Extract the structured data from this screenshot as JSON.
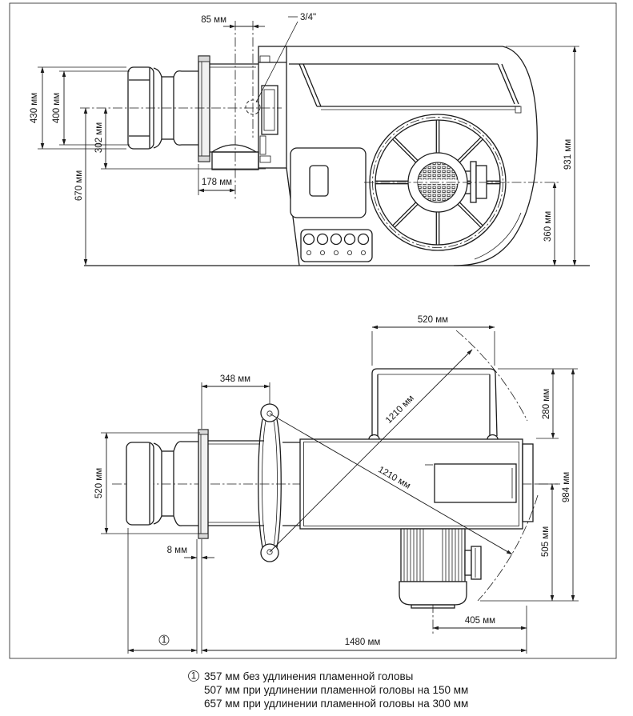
{
  "unit_note": "all dimensions shown in millimetres (мм)",
  "side_view": {
    "dim_85": "85 мм",
    "gas_connection": "3/4\"",
    "dim_430": "430 мм",
    "dim_400": "400 мм",
    "dim_302": "302 мм",
    "dim_670": "670 мм",
    "dim_178": "178 мм",
    "dim_931": "931 мм",
    "dim_360": "360 мм"
  },
  "plan_view": {
    "dim_348": "348 мм",
    "dim_520_left": "520 мм",
    "dim_520_top": "520 мм",
    "dim_280": "280 мм",
    "dim_984": "984 мм",
    "dim_505": "505 мм",
    "dim_1210_upper": "1210 мм",
    "dim_1210_lower": "1210 мм",
    "dim_8": "8 мм",
    "dim_405": "405 мм",
    "dim_1480": "1480 мм",
    "callout_1": "1"
  },
  "footnotes": {
    "marker": "1",
    "line1": "357 мм без удлинения пламенной головы",
    "line2": "507 мм при удлинении пламенной головы на 150 мм",
    "line3": "657 мм при удлинении пламенной головы на 300 мм"
  }
}
